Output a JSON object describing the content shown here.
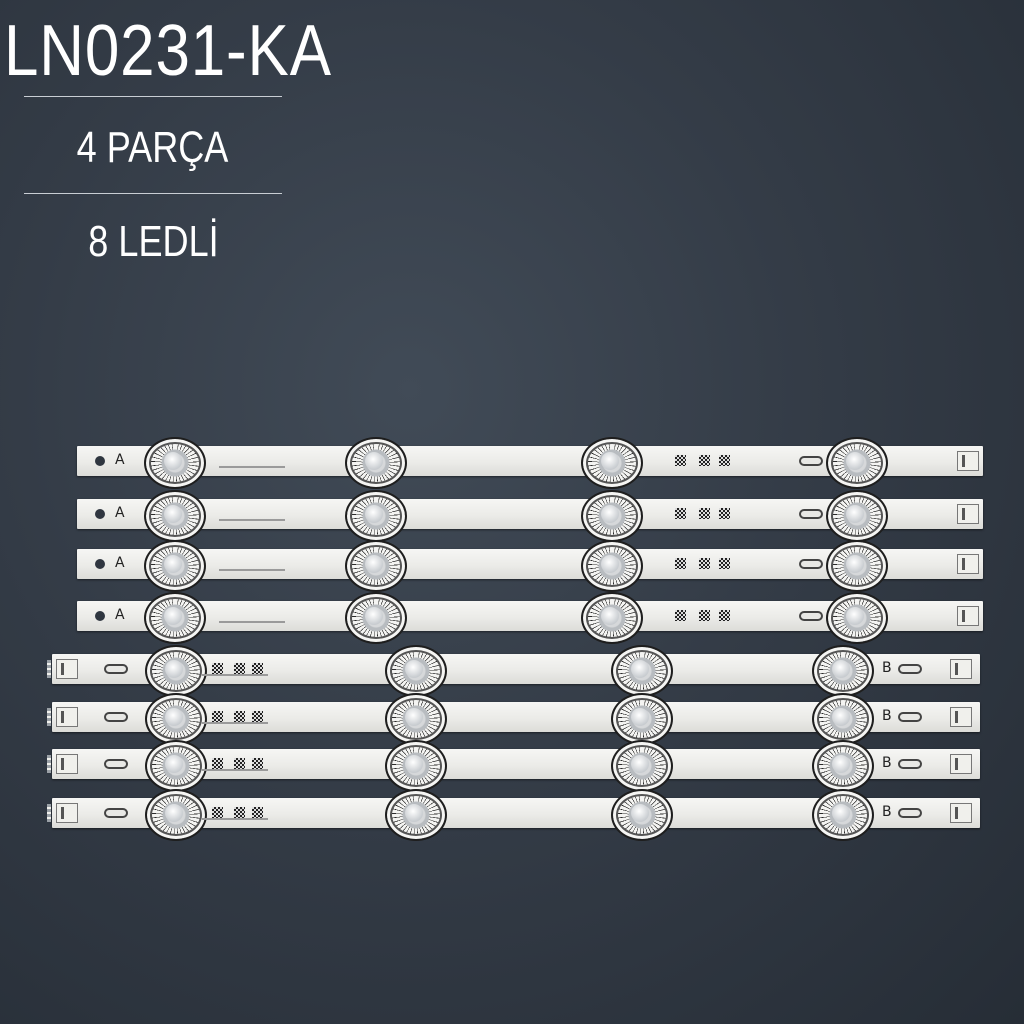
{
  "heading": {
    "model": "LN0231-KA",
    "pieces": "4 PARÇA",
    "leds": "8 LEDLİ"
  },
  "strips": {
    "type_a_label": "A",
    "type_b_label": "B"
  },
  "colors": {
    "background": "#343c47",
    "strip": "#ebebe8",
    "text": "#ffffff"
  }
}
